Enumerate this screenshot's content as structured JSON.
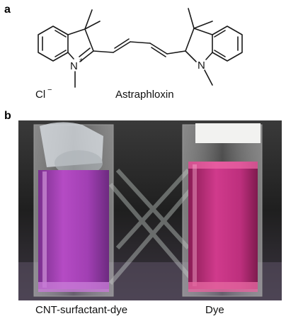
{
  "panels": {
    "a": {
      "label": "a",
      "compound_name": "Astraphloxin",
      "counter_ion": "Cl",
      "counter_ion_charge": "−",
      "atoms": {
        "n_left": "N",
        "n_left_charge": "+",
        "n_right": "N"
      }
    },
    "b": {
      "label": "b",
      "captions": {
        "left": "CNT-surfactant-dye",
        "right": "Dye"
      }
    }
  },
  "colors": {
    "bond": "#1a1a1a",
    "dye_solution": "#d03a8c",
    "cnt_solution": "#b54bc4",
    "photo_background": "#2a2a2a"
  }
}
